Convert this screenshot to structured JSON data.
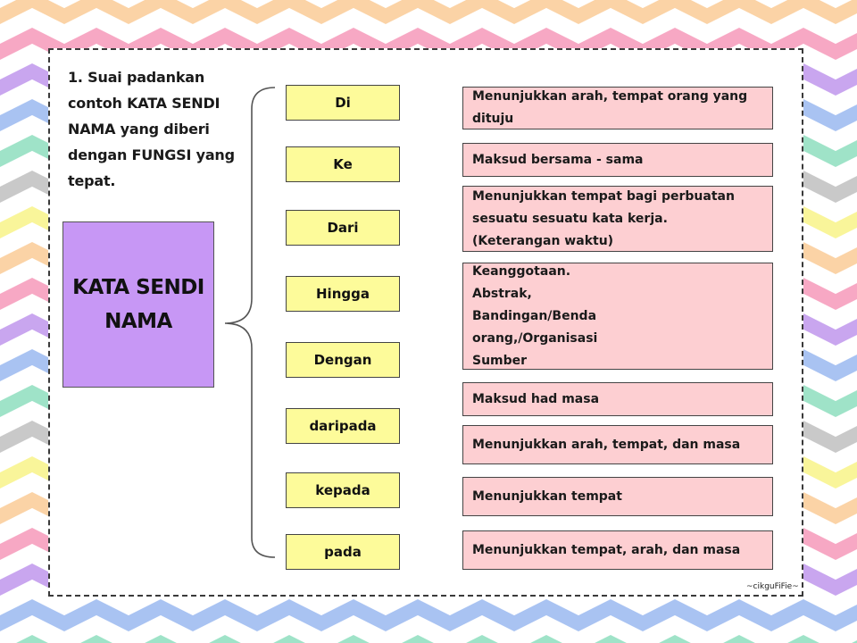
{
  "instruction": "1. Suai padankan contoh KATA SENDI NAMA yang diberi dengan FUNGSI yang tepat.",
  "main_label": {
    "line1": "KATA SENDI",
    "line2": "NAMA"
  },
  "words": [
    "Di",
    "Ke",
    "Dari",
    "Hingga",
    "Dengan",
    "daripada",
    "kepada",
    "pada"
  ],
  "functions": [
    {
      "lines": [
        "Menunjukkan arah, tempat orang yang",
        "dituju"
      ]
    },
    {
      "lines": [
        "Maksud bersama - sama"
      ]
    },
    {
      "lines": [
        "Menunjukkan tempat bagi perbuatan",
        "sesuatu sesuatu kata kerja.",
        "(Keterangan waktu)"
      ]
    },
    {
      "lines": [
        "Keanggotaan.",
        "Abstrak,",
        "Bandingan/Benda",
        "orang,/Organisasi",
        "Sumber"
      ]
    },
    {
      "lines": [
        "Maksud had masa"
      ]
    },
    {
      "lines": [
        "Menunjukkan arah, tempat, dan masa"
      ]
    },
    {
      "lines": [
        "Menunjukkan tempat"
      ]
    },
    {
      "lines": [
        "Menunjukkan tempat, arah, dan masa"
      ]
    }
  ],
  "credit": "~cikguFiFie~",
  "colors": {
    "main_box": "#c797f5",
    "word_box": "#fdfb9a",
    "function_box": "#fdcfd2",
    "chevrons": [
      "#f9f59a",
      "#fbd3a6",
      "#f7a8c4",
      "#c9a6ef",
      "#a9c3f2",
      "#9fe3c8",
      "#c9c9c9"
    ]
  }
}
